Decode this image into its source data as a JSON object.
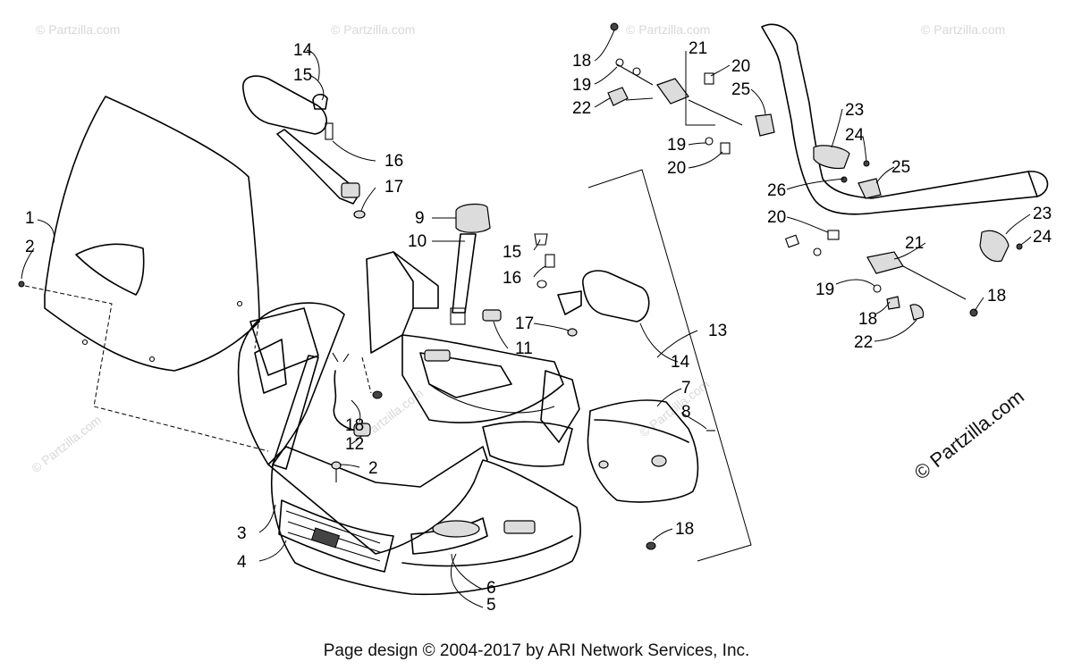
{
  "watermark": {
    "text": "© Partzilla.com"
  },
  "copyright_mark": {
    "text": "© Partzilla.com"
  },
  "footer": {
    "text": "Page design © 2004-2017 by ARI Network Services, Inc."
  },
  "callouts": [
    {
      "id": "c1",
      "label": "1"
    },
    {
      "id": "c2a",
      "label": "2"
    },
    {
      "id": "c2b",
      "label": "2"
    },
    {
      "id": "c3",
      "label": "3"
    },
    {
      "id": "c4",
      "label": "4"
    },
    {
      "id": "c5",
      "label": "5"
    },
    {
      "id": "c6",
      "label": "6"
    },
    {
      "id": "c7",
      "label": "7"
    },
    {
      "id": "c8",
      "label": "8"
    },
    {
      "id": "c9",
      "label": "9"
    },
    {
      "id": "c10",
      "label": "10"
    },
    {
      "id": "c11",
      "label": "11"
    },
    {
      "id": "c12",
      "label": "12"
    },
    {
      "id": "c13",
      "label": "13"
    },
    {
      "id": "c14a",
      "label": "14"
    },
    {
      "id": "c14b",
      "label": "14"
    },
    {
      "id": "c15a",
      "label": "15"
    },
    {
      "id": "c15b",
      "label": "15"
    },
    {
      "id": "c16a",
      "label": "16"
    },
    {
      "id": "c16b",
      "label": "16"
    },
    {
      "id": "c17a",
      "label": "17"
    },
    {
      "id": "c17b",
      "label": "17"
    },
    {
      "id": "c18a",
      "label": "18"
    },
    {
      "id": "c18b",
      "label": "18"
    },
    {
      "id": "c18c",
      "label": "18"
    },
    {
      "id": "c18d",
      "label": "18"
    },
    {
      "id": "c18e",
      "label": "18"
    },
    {
      "id": "c19a",
      "label": "19"
    },
    {
      "id": "c19b",
      "label": "19"
    },
    {
      "id": "c19c",
      "label": "19"
    },
    {
      "id": "c20a",
      "label": "20"
    },
    {
      "id": "c20b",
      "label": "20"
    },
    {
      "id": "c20c",
      "label": "20"
    },
    {
      "id": "c21a",
      "label": "21"
    },
    {
      "id": "c21b",
      "label": "21"
    },
    {
      "id": "c22a",
      "label": "22"
    },
    {
      "id": "c22b",
      "label": "22"
    },
    {
      "id": "c23a",
      "label": "23"
    },
    {
      "id": "c23b",
      "label": "23"
    },
    {
      "id": "c24a",
      "label": "24"
    },
    {
      "id": "c24b",
      "label": "24"
    },
    {
      "id": "c25a",
      "label": "25"
    },
    {
      "id": "c25b",
      "label": "25"
    },
    {
      "id": "c26",
      "label": "26"
    }
  ]
}
